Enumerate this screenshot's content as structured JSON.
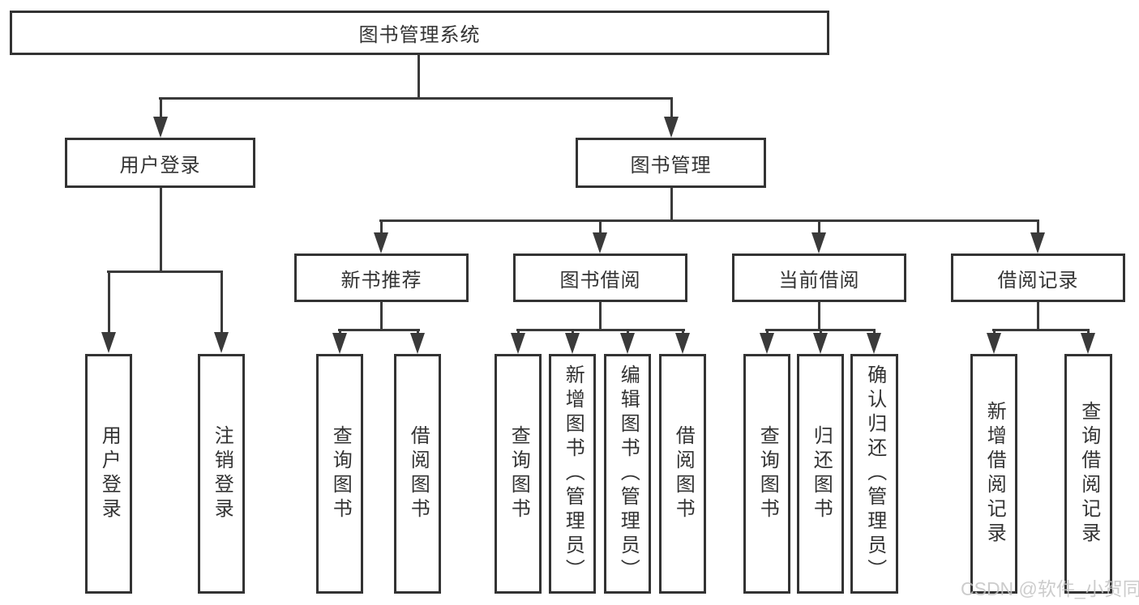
{
  "tree": {
    "root": {
      "label": "图书管理系统"
    },
    "children": [
      {
        "label": "用户登录",
        "children": [
          {
            "label": "用户登录"
          },
          {
            "label": "注销登录"
          }
        ]
      },
      {
        "label": "图书管理",
        "children": [
          {
            "label": "新书推荐",
            "children": [
              {
                "label": "查询图书"
              },
              {
                "label": "借阅图书"
              }
            ]
          },
          {
            "label": "图书借阅",
            "children": [
              {
                "label": "查询图书"
              },
              {
                "label": "新增图书（管理员）"
              },
              {
                "label": "编辑图书（管理员）"
              },
              {
                "label": "借阅图书"
              }
            ]
          },
          {
            "label": "当前借阅",
            "children": [
              {
                "label": "查询图书"
              },
              {
                "label": "归还图书"
              },
              {
                "label": "确认归还（管理员）"
              }
            ]
          },
          {
            "label": "借阅记录",
            "children": [
              {
                "label": "新增借阅记录"
              },
              {
                "label": "查询借阅记录"
              }
            ]
          }
        ]
      }
    ]
  },
  "watermark": {
    "text": "CSDN @软件_小贺同学"
  },
  "colors": {
    "line": "#3a3a3a",
    "box_border": "#333333",
    "text": "#333333",
    "background": "#ffffff",
    "watermark": "#c4c4c4"
  }
}
